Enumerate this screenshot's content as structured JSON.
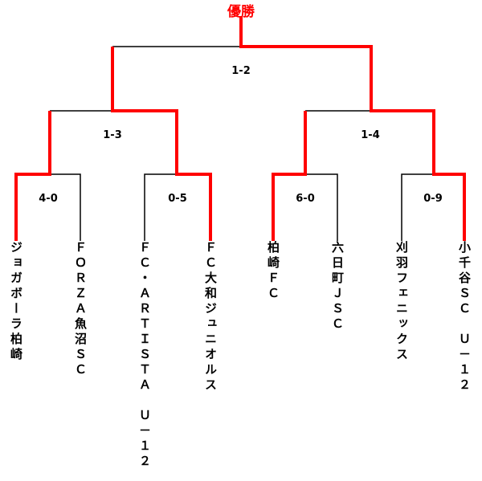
{
  "title": "優勝",
  "colors": {
    "winner_line": "#ff0000",
    "line": "#000000",
    "title": "#ff0000"
  },
  "scores": {
    "final": "1-2",
    "semi_left": "1-3",
    "semi_right": "1-4",
    "r1": [
      "4-0",
      "0-5",
      "6-0",
      "0-9"
    ]
  },
  "teams": [
    "ジョガボーラ柏崎",
    "ＦＯＲＺＡ魚沼ＳＣ",
    "ＦＣ・ＡＲＴＩＳＴＡ　Ｕ－１２",
    "ＦＣ大和ジュニオルス",
    "柏崎ＦＣ",
    "六日町ＪＳＣ",
    "刈羽フェニックス",
    "小千谷ＳＣ　Ｕ－１２"
  ]
}
